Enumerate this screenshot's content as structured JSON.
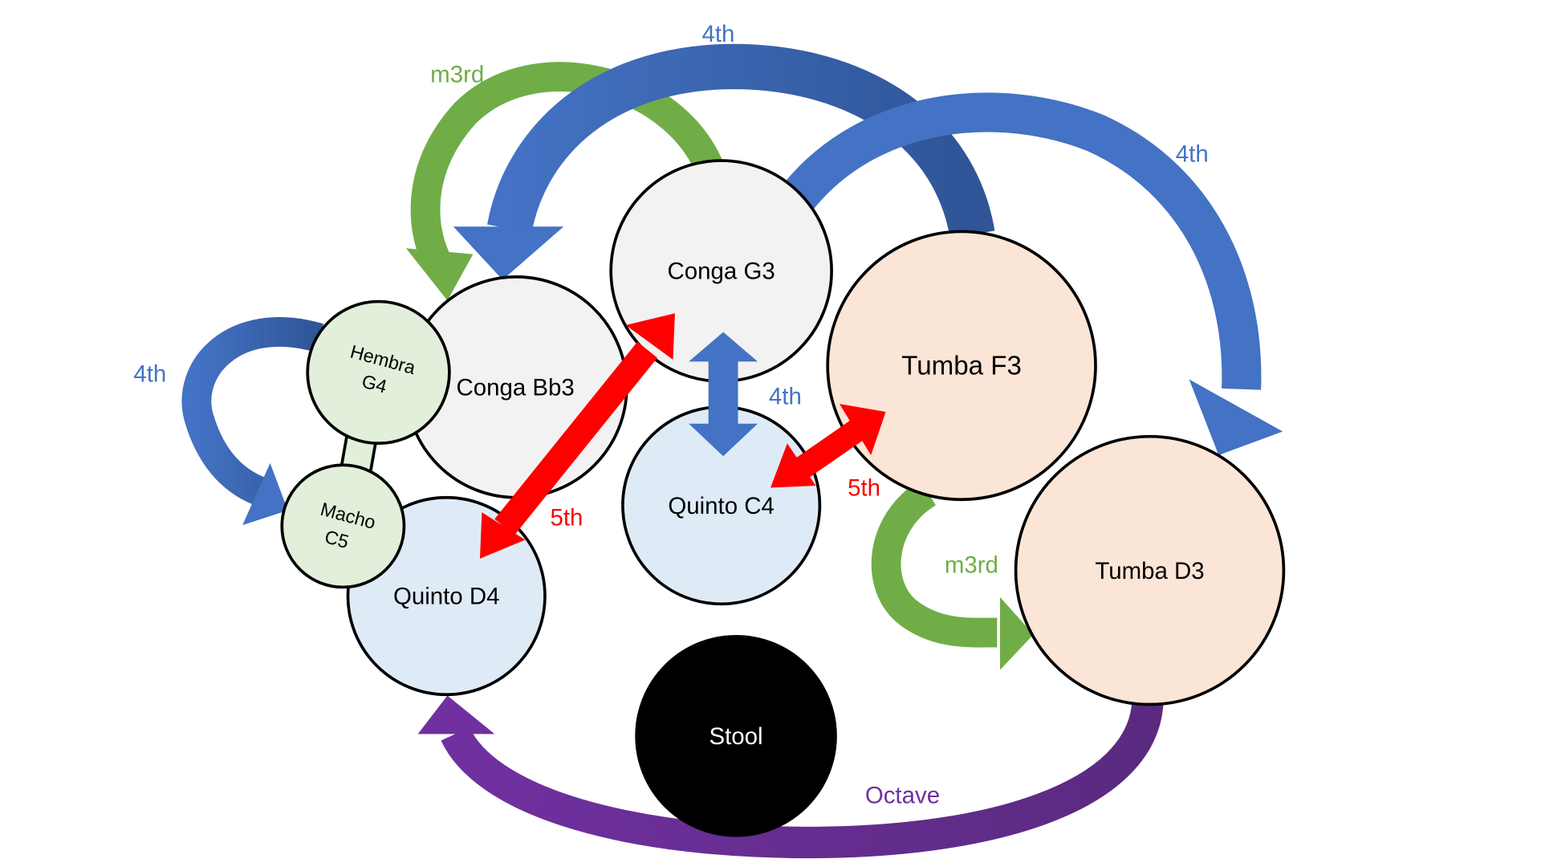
{
  "colors": {
    "fourth": "#4472c4",
    "fourth_dark": "#2f5597",
    "minor_third": "#70ad47",
    "fifth": "#ff0000",
    "octave": "#7030a0",
    "conga_fill": "#f2f2f2",
    "quinto_fill": "#deebf7",
    "tumba_fill": "#fbe5d6",
    "bongo_fill": "#e2efda",
    "stool_fill": "#000000"
  },
  "nodes": {
    "conga_g3": "Conga G3",
    "conga_bb3": "Conga Bb3",
    "hembra_line1": "Hembra",
    "hembra_line2": "G4",
    "macho_line1": "Macho",
    "macho_line2": "C5",
    "quinto_d4": "Quinto D4",
    "quinto_c4": "Quinto C4",
    "tumba_f3": "Tumba F3",
    "tumba_d3": "Tumba D3",
    "stool": "Stool"
  },
  "intervals": {
    "top_fourth": "4th",
    "top_m3rd": "m3rd",
    "right_fourth": "4th",
    "left_fourth": "4th",
    "center_fourth": "4th",
    "left_fifth": "5th",
    "right_fifth": "5th",
    "right_m3rd": "m3rd",
    "octave": "Octave"
  }
}
